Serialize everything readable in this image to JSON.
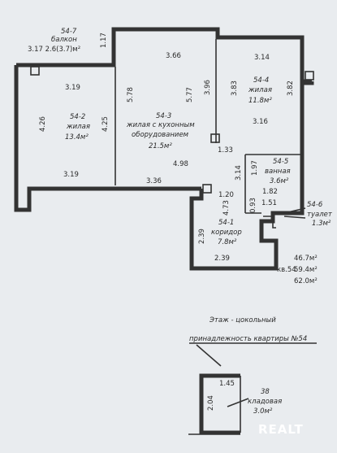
{
  "rooms": {
    "balcony": {
      "number": "54-7",
      "name": "балкон",
      "dims": "3.17  2.6(3.7)м²"
    },
    "room_542": {
      "number": "54-2",
      "name": "жилая",
      "area": "13.4м²"
    },
    "room_543": {
      "number": "54-3",
      "name": "жилая с кухонным",
      "name2": "оборудованием",
      "area": "21.5м²"
    },
    "room_544": {
      "number": "54-4",
      "name": "жилая",
      "area": "11.8м²"
    },
    "bath": {
      "number": "54-5",
      "name": "ванная",
      "area": "3.6м²"
    },
    "toilet": {
      "number": "54-6",
      "name": "туалет",
      "area": "1.3м²"
    },
    "corridor": {
      "number": "54-1",
      "name": "коридор",
      "area": "7.8м²"
    },
    "storage": {
      "number": "38",
      "name": "кладовая",
      "area": "3.0м²"
    }
  },
  "dimensions": {
    "d366": "3.66",
    "d314": "3.14",
    "d319a": "3.19",
    "d319b": "3.19",
    "d426": "4.26",
    "d425": "4.25",
    "d578": "5.78",
    "d577": "5.77",
    "d396": "3.96",
    "d383": "3.83",
    "d382": "3.82",
    "d316": "3.16",
    "d133": "1.33",
    "d498": "4.98",
    "d336": "3.36",
    "d314v": "3.14",
    "d197": "1.97",
    "d182": "1.82",
    "d120": "1.20",
    "d093": "0.93",
    "d473": "4.73",
    "d151": "1.51",
    "d239a": "2.39",
    "d239b": "2.39",
    "d117": "1.17",
    "d145": "1.45",
    "d204": "2.04"
  },
  "totals": {
    "label": "кв.54",
    "t1": "46.7м²",
    "t2": "59.4м²",
    "t3": "62.0м²"
  },
  "notes": {
    "floor": "Этаж - цокольный",
    "ownership": "принадлежность квартиры №54"
  },
  "watermark": "REALT"
}
